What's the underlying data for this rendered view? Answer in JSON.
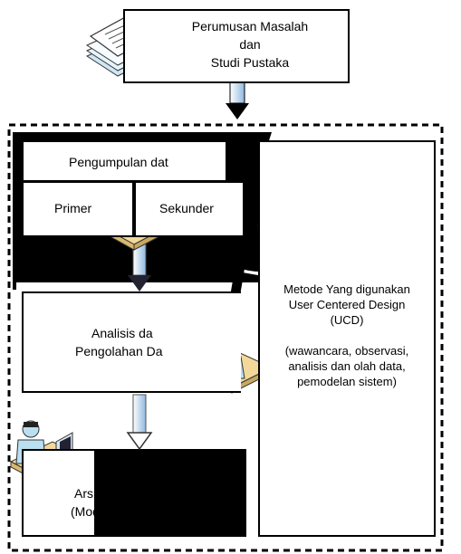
{
  "boxes": {
    "problem": {
      "line1": "Perumusan Masalah",
      "line2": "dan",
      "line3": "Studi Pustaka"
    },
    "collection": {
      "label": "Pengumpulan dat"
    },
    "primary": {
      "label": "Primer"
    },
    "secondary": {
      "label": "Sekunder"
    },
    "analysis": {
      "line1": "Analisis da",
      "line2": "Pengolahan Da"
    },
    "architecture": {
      "line1": "Arsit",
      "line2": "(Model"
    }
  },
  "method_panel": {
    "line1": "Metode Yang digunakan",
    "line2": "User Centered Design",
    "line3": "(UCD)",
    "line4": "(wawancara, observasi,",
    "line5": "analisis dan olah data,",
    "line6": "pemodelan sistem)"
  },
  "icons": [
    "document-stack-icon",
    "interview-people-icon",
    "computer-user-icon",
    "computer-user-icon"
  ],
  "colors": {
    "line": "#000000",
    "arrow_fill": "#ffffff",
    "arrow_gradient": "#8fb8e0",
    "doc_blue": "#cfe7f5",
    "desk": "#f3d89a",
    "person": "#b9dff0"
  }
}
